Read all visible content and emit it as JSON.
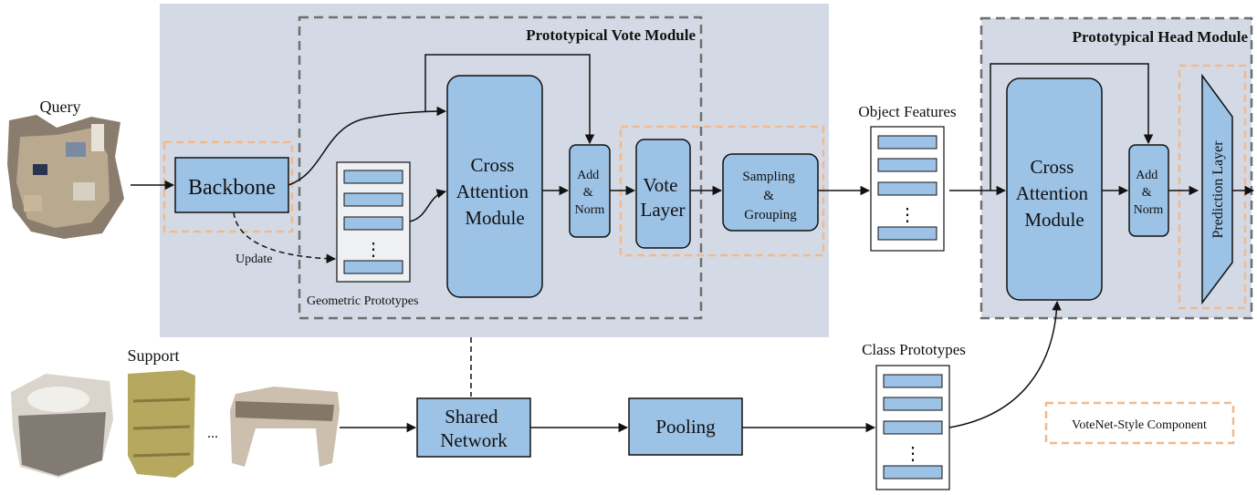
{
  "colors": {
    "box_fill": "#9cc2e6",
    "panel_fill": "#d4dae5",
    "dashed_gray": "#6f6f6f",
    "dashed_orange": "#f2b98c",
    "stroke": "#111111"
  },
  "labels": {
    "query": "Query",
    "support": "Support",
    "support_ellipsis": "...",
    "backbone": "Backbone",
    "update": "Update",
    "geometric_prototypes": "Geometric Prototypes",
    "prototypical_vote_module": "Prototypical Vote Module",
    "prototypical_head_module": "Prototypical Head Module",
    "cross_attention_module_lines": [
      "Cross",
      "Attention",
      "Module"
    ],
    "add_norm_lines": [
      "Add",
      "&",
      "Norm"
    ],
    "vote_layer_lines": [
      "Vote",
      "Layer"
    ],
    "sampling_grouping_lines": [
      "Sampling",
      "&",
      "Grouping"
    ],
    "object_features": "Object Features",
    "class_prototypes": "Class Prototypes",
    "prediction_layer": "Prediction Layer",
    "shared_network_lines": [
      "Shared",
      "Network"
    ],
    "pooling": "Pooling",
    "legend_votenet": "VoteNet-Style Component",
    "stack_ellipsis": "⋮"
  }
}
